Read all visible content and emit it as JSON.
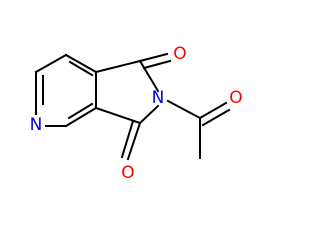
{
  "molecule": {
    "atoms": {
      "ring_nitrogen": {
        "symbol": "N",
        "color": "#0000ff"
      },
      "imide_nitrogen": {
        "symbol": "N",
        "color": "#0000ff"
      },
      "carbonyl_oxygen_top": {
        "symbol": "O",
        "color": "#ff0000"
      },
      "carbonyl_oxygen_bottom": {
        "symbol": "O",
        "color": "#ff0000"
      },
      "acetyl_oxygen": {
        "symbol": "O",
        "color": "#ff0000"
      }
    },
    "bond_color": "#000000"
  }
}
